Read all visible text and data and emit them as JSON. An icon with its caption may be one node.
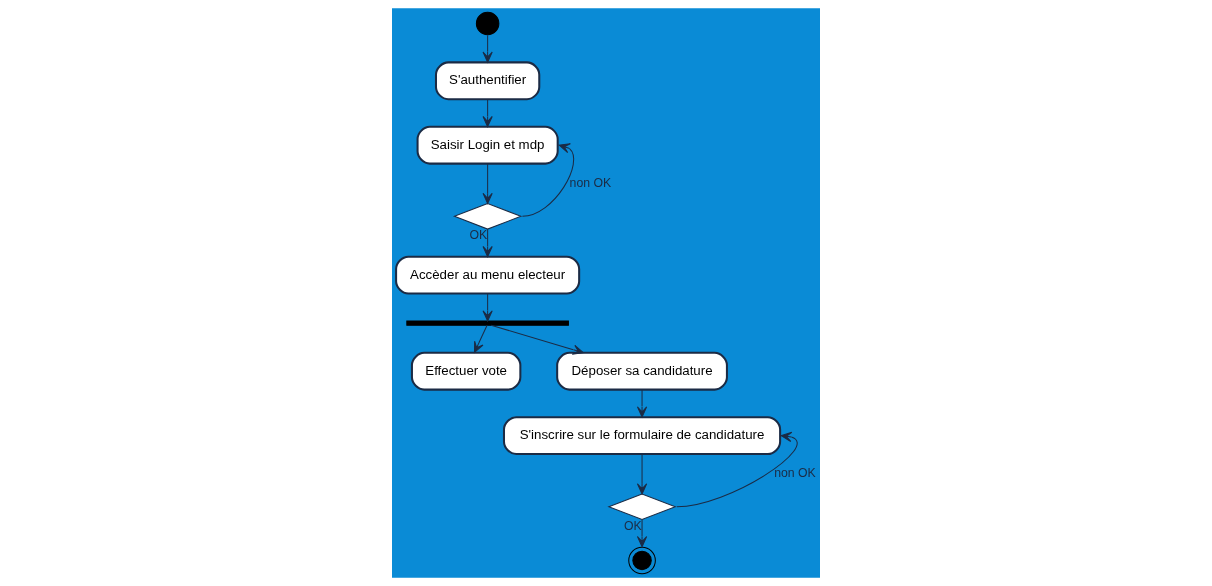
{
  "diagram": {
    "nodes": [
      {
        "text": [],
        "shape": "circle"
      },
      {
        "text": [
          "S'authentifier"
        ]
      },
      {
        "text": [
          "Saisir Login et mdp"
        ]
      },
      {
        "text": [],
        "shape": "diamond"
      },
      {
        "text": [
          "Accèder au menu electeur"
        ]
      },
      {
        "text": [],
        "shape": "bar"
      },
      {
        "text": [
          "Effectuer vote"
        ]
      },
      {
        "text": [
          "Déposer sa candidature"
        ]
      },
      {
        "text": [
          "S'inscrire sur le formulaire de candidature"
        ]
      },
      {
        "text": [],
        "shape": "diamond"
      },
      {
        "text": [],
        "shape": "bullseye"
      }
    ],
    "edges": [
      {
        "from": 0,
        "to": 1,
        "arrow": "to"
      },
      {
        "from": 1,
        "to": 2,
        "arrow": "to"
      },
      {
        "from": 2,
        "to": 3,
        "arrow": "to"
      },
      {
        "from": 3,
        "to": 2,
        "arrow": "to",
        "label": "non OK"
      },
      {
        "from": 3,
        "to": 4,
        "arrow": "to",
        "label": "OK"
      },
      {
        "from": 4,
        "to": 5,
        "arrow": "to"
      },
      {
        "from": 5,
        "to": 6,
        "arrow": "to"
      },
      {
        "from": 5,
        "to": 7,
        "arrow": "to"
      },
      {
        "from": 7,
        "to": 8,
        "arrow": "to"
      },
      {
        "from": 8,
        "to": 9,
        "arrow": "to"
      },
      {
        "from": 9,
        "to": 8,
        "arrow": "to",
        "label": "non OK"
      },
      {
        "from": 9,
        "to": 10,
        "arrow": "to",
        "label": "OK"
      }
    ]
  }
}
